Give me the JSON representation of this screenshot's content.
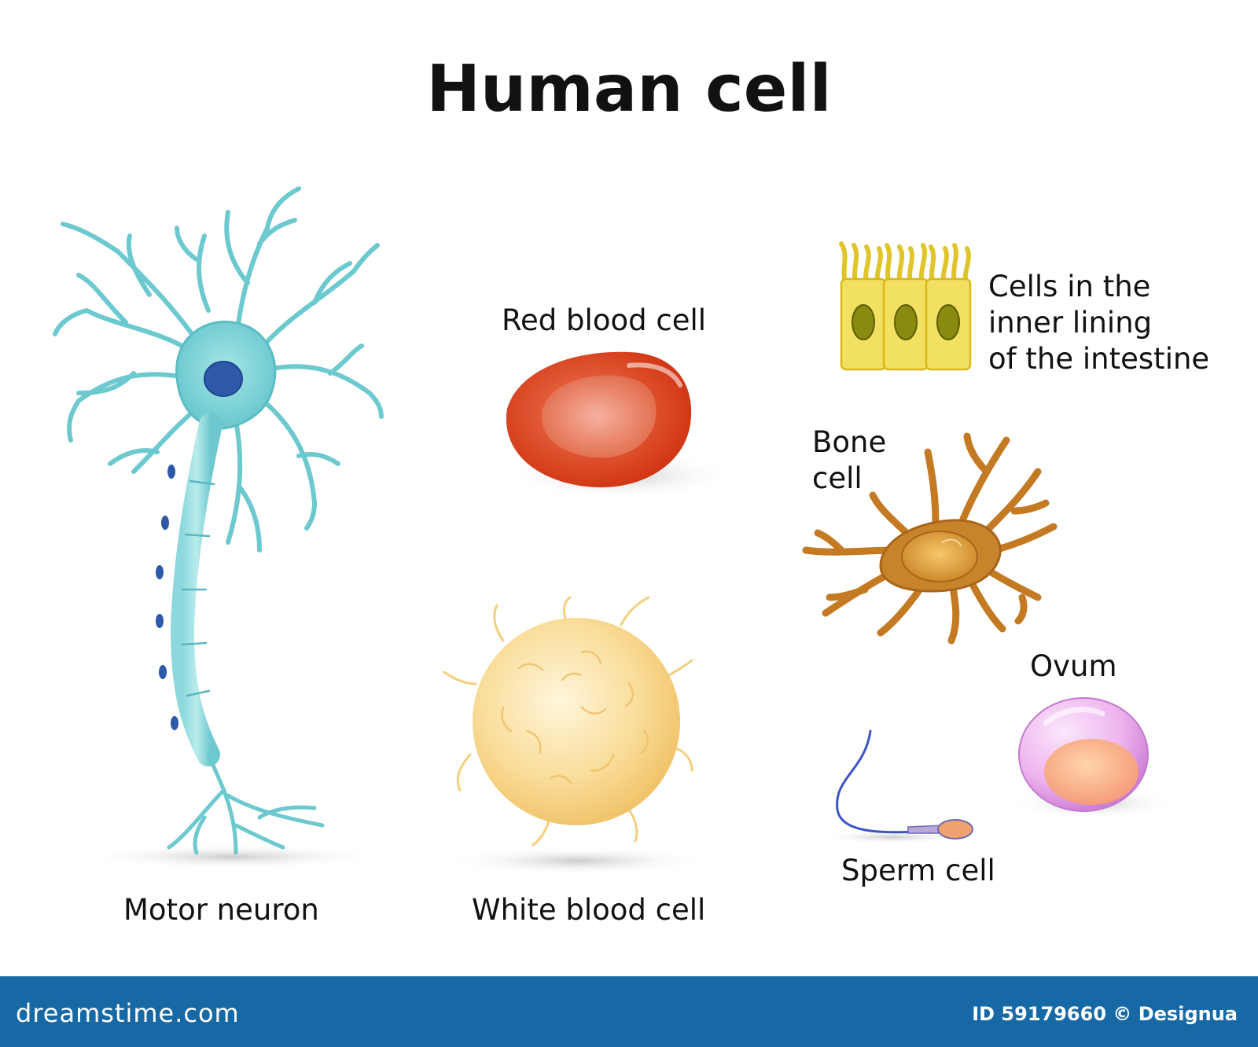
{
  "title": "Human cell",
  "labels": {
    "motor_neuron": "Motor neuron",
    "red_blood_cell": "Red blood cell",
    "white_blood_cell": "White blood cell",
    "intestine_line1": "Cells in the",
    "intestine_line2": "inner lining",
    "intestine_line3": "of the intestine",
    "bone_line1": "Bone",
    "bone_line2": "cell",
    "ovum": "Ovum",
    "sperm_cell": "Sperm cell"
  },
  "footer": {
    "site": "dreamstime.com",
    "stock_id": "ID 59179660 © Designua"
  },
  "colors": {
    "neuron": "#6cc9cf",
    "neuron_nucleus": "#2d59a8",
    "red_blood_cell": "#d8401e",
    "white_blood_cell": "#f6d58a",
    "intestine_cell": "#f2e060",
    "bone_cell": "#c47a22",
    "ovum": "#e6a4e6",
    "sperm": "#3b55c4",
    "footer_bar": "#1769a6"
  }
}
